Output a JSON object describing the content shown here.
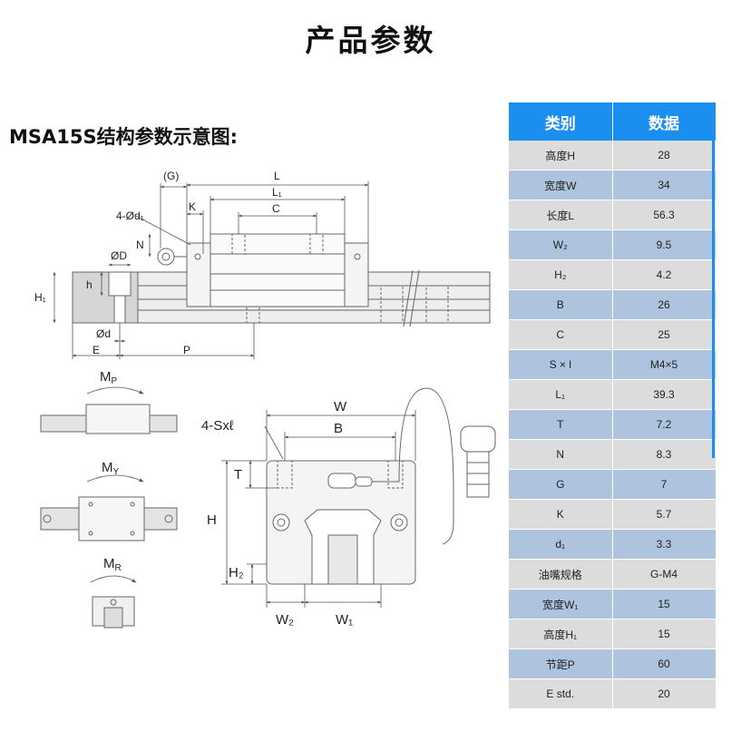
{
  "title": "产品参数",
  "diagram_heading": "MSA15S结构参数示意图:",
  "diagram_labels": {
    "G": "(G)",
    "L": "L",
    "L1": "L₁",
    "d1": "4-Ød₁",
    "K": "K",
    "C": "C",
    "N": "N",
    "D": "ØD",
    "h": "h",
    "H1": "H₁",
    "d": "Ød",
    "E": "E",
    "P": "P",
    "MP": "M",
    "MP_sub": "P",
    "MY": "M",
    "MY_sub": "Y",
    "MR": "M",
    "MR_sub": "R",
    "W": "W",
    "B": "B",
    "S": "4-Sxℓ",
    "T": "T",
    "H": "H",
    "H2": "H₂",
    "W2": "W₂",
    "W1": "W₁"
  },
  "table": {
    "headers": [
      "类别",
      "数据"
    ],
    "rows": [
      {
        "name": "高度H",
        "value": "28"
      },
      {
        "name": "宽度W",
        "value": "34"
      },
      {
        "name": "长度L",
        "value": "56.3"
      },
      {
        "name": "W₂",
        "value": "9.5"
      },
      {
        "name": "H₂",
        "value": "4.2"
      },
      {
        "name": "B",
        "value": "26"
      },
      {
        "name": "C",
        "value": "25"
      },
      {
        "name": "S × l",
        "value": "M4×5"
      },
      {
        "name": "L₁",
        "value": "39.3"
      },
      {
        "name": "T",
        "value": "7.2"
      },
      {
        "name": "N",
        "value": "8.3"
      },
      {
        "name": "G",
        "value": "7"
      },
      {
        "name": "K",
        "value": "5.7"
      },
      {
        "name": "d₁",
        "value": "3.3"
      },
      {
        "name": "油嘴规格",
        "value": "G-M4"
      },
      {
        "name": "宽度W₁",
        "value": "15"
      },
      {
        "name": "高度H₁",
        "value": "15"
      },
      {
        "name": "节距P",
        "value": "60"
      },
      {
        "name": "E std.",
        "value": "20"
      }
    ]
  },
  "colors": {
    "header": "#1a8ff0",
    "row_light": "#dcdcdc",
    "row_blue": "#adc3de"
  }
}
